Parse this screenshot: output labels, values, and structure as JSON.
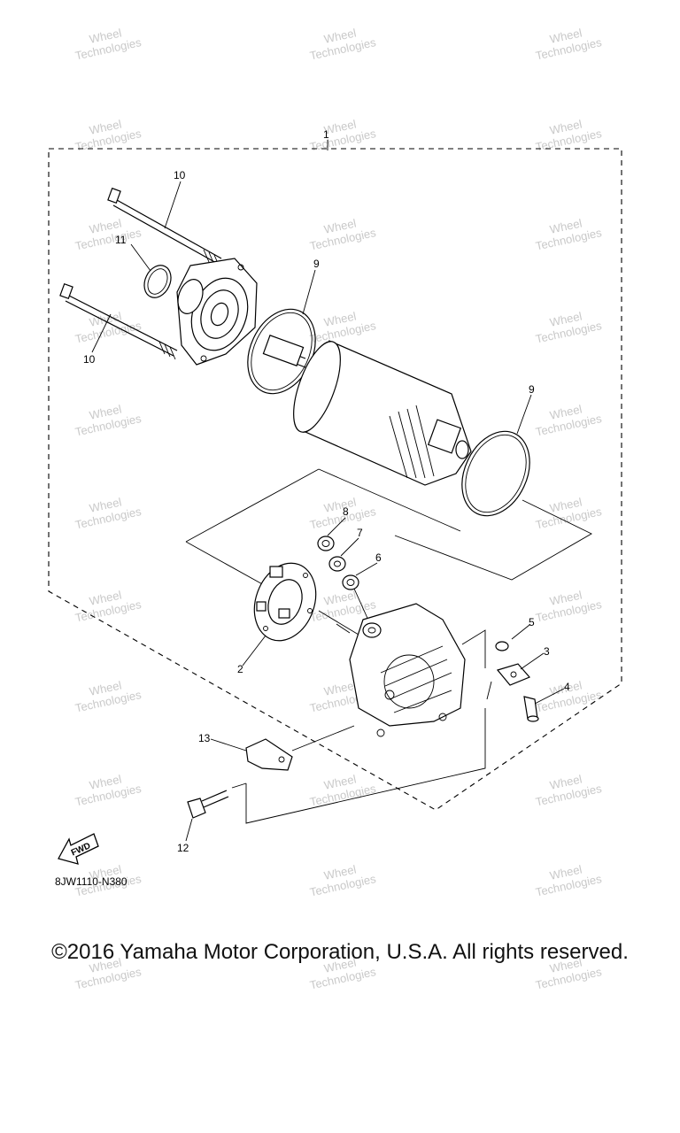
{
  "diagram": {
    "callouts": {
      "c1": "1",
      "c2": "2",
      "c3": "3",
      "c4": "4",
      "c5": "5",
      "c6": "6",
      "c7": "7",
      "c8": "8",
      "c9a": "9",
      "c9b": "9",
      "c10a": "10",
      "c10b": "10",
      "c11": "11",
      "c12": "12",
      "c13": "13"
    },
    "fwd_label": "FWD",
    "diagram_code": "8JW1110-N380"
  },
  "watermark": {
    "line1": "Wheel",
    "line2": "Technologies"
  },
  "footer": {
    "copyright": "©2016 Yamaha Motor Corporation, U.S.A. All rights reserved."
  }
}
